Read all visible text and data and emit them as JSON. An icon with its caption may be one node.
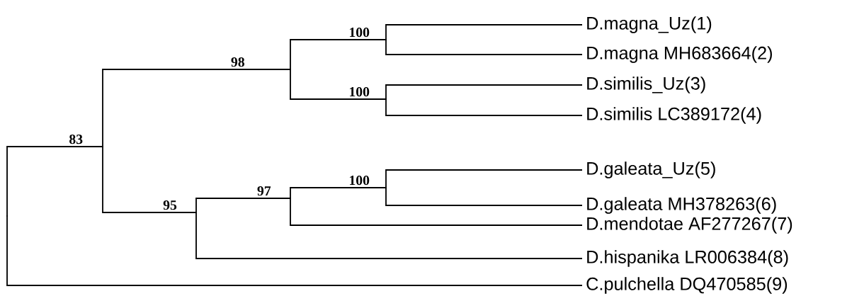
{
  "diagram": {
    "nodes": [
      {
        "text": [
          "D.magna_Uz(1)"
        ]
      },
      {
        "text": [
          "D.magna MH683664(2)"
        ]
      },
      {
        "text": [
          "D.similis_Uz(3)"
        ]
      },
      {
        "text": [
          "D.similis LC389172(4)"
        ]
      },
      {
        "text": [
          "D.galeata_Uz(5)"
        ]
      },
      {
        "text": [
          "D.galeata MH378263(6)"
        ]
      },
      {
        "text": [
          "D.mendotae AF277267(7)"
        ]
      },
      {
        "text": [
          "D.hispanika LR006384(8)"
        ]
      },
      {
        "text": [
          "C.pulchella DQ470585(9)"
        ]
      },
      {
        "text": [],
        "shape": "point"
      },
      {
        "text": [],
        "shape": "point"
      },
      {
        "text": [],
        "shape": "point"
      },
      {
        "text": [],
        "shape": "point"
      },
      {
        "text": [],
        "shape": "point"
      },
      {
        "text": [],
        "shape": "point"
      },
      {
        "text": [],
        "shape": "point"
      },
      {
        "text": [],
        "shape": "point"
      }
    ],
    "edges": [
      {
        "from": 9,
        "to": 10,
        "arrow": "none",
        "label": "83"
      },
      {
        "from": 9,
        "to": 8,
        "arrow": "none"
      },
      {
        "from": 10,
        "to": 11,
        "arrow": "none",
        "label": "98"
      },
      {
        "from": 10,
        "to": 14,
        "arrow": "none",
        "label": "95"
      },
      {
        "from": 11,
        "to": 12,
        "arrow": "none",
        "label": "100"
      },
      {
        "from": 11,
        "to": 13,
        "arrow": "none",
        "label": "100"
      },
      {
        "from": 12,
        "to": 0,
        "arrow": "none"
      },
      {
        "from": 12,
        "to": 1,
        "arrow": "none"
      },
      {
        "from": 13,
        "to": 2,
        "arrow": "none"
      },
      {
        "from": 13,
        "to": 3,
        "arrow": "none"
      },
      {
        "from": 14,
        "to": 15,
        "arrow": "none",
        "label": "97"
      },
      {
        "from": 14,
        "to": 7,
        "arrow": "none"
      },
      {
        "from": 15,
        "to": 16,
        "arrow": "none",
        "label": "100"
      },
      {
        "from": 15,
        "to": 6,
        "arrow": "none"
      },
      {
        "from": 16,
        "to": 4,
        "arrow": "none"
      },
      {
        "from": 16,
        "to": 5,
        "arrow": "none"
      }
    ]
  }
}
